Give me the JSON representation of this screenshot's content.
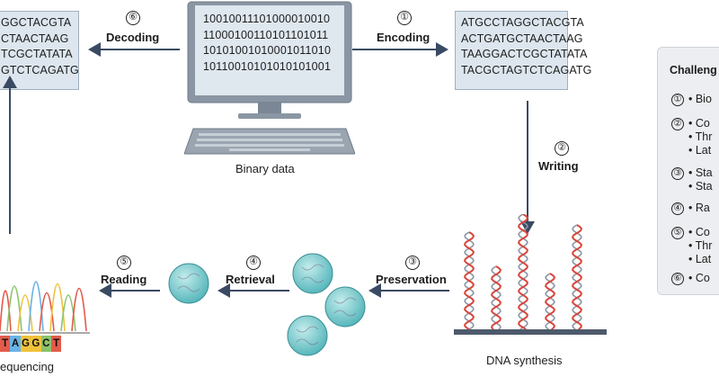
{
  "steps": [
    {
      "num": "①",
      "label": "Encoding"
    },
    {
      "num": "②",
      "label": "Writing"
    },
    {
      "num": "③",
      "label": "Preservation"
    },
    {
      "num": "④",
      "label": "Retrieval"
    },
    {
      "num": "⑤",
      "label": "Reading"
    },
    {
      "num": "⑥",
      "label": "Decoding"
    }
  ],
  "left_sequence": [
    "GGCTACGTA",
    "CTAACTAAG",
    "TCGCTATATA",
    "GTCTCAGATG"
  ],
  "right_sequence": [
    "ATGCCTAGGCTACGTA",
    "ACTGATGCTAACTAAG",
    "TAAGGACTCGCTATATA",
    "TACGCTAGTCTCAGATG"
  ],
  "binary": [
    "10010011101000010010",
    "11000100110101101011",
    "10101001010001011010",
    "10110010101010101001"
  ],
  "captions": {
    "computer": "Binary data",
    "synthesis": "DNA synthesis",
    "sequencing": "equencing"
  },
  "bases": [
    "T",
    "A",
    "G",
    "G",
    "C",
    "T"
  ],
  "base_colors": {
    "T": "#e25b4b",
    "A": "#69b3e7",
    "G": "#f0c23b",
    "C": "#8cc26b"
  },
  "challenges": {
    "title": "Challeng",
    "groups": [
      {
        "num": "①",
        "items": [
          "• Bio"
        ]
      },
      {
        "num": "②",
        "items": [
          "• Co",
          "• Thr",
          "• Lat"
        ]
      },
      {
        "num": "③",
        "items": [
          "• Sta",
          "• Sta"
        ]
      },
      {
        "num": "④",
        "items": [
          "• Ra"
        ]
      },
      {
        "num": "⑤",
        "items": [
          "• Co",
          "• Thr",
          "• Lat"
        ]
      },
      {
        "num": "⑥",
        "items": [
          "• Co"
        ]
      }
    ]
  }
}
